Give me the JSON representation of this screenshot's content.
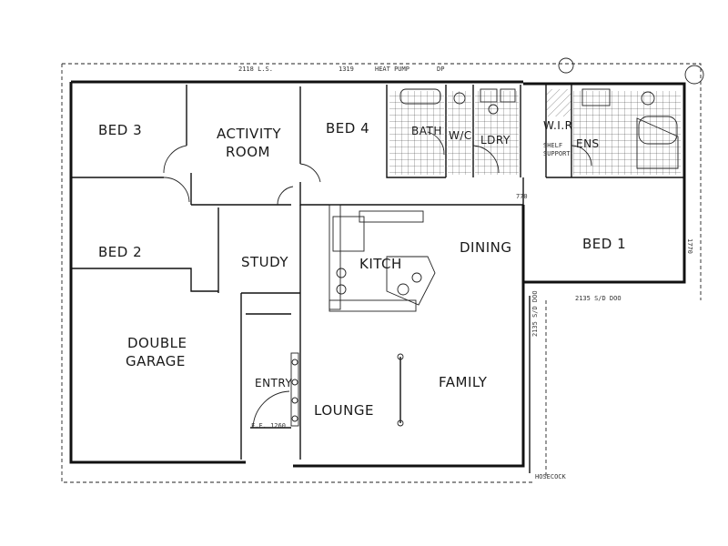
{
  "rooms": {
    "bed3": "BED 3",
    "activity_1": "ACTIVITY",
    "activity_2": "ROOM",
    "bed4": "BED 4",
    "bath": "BATH",
    "wc": "W/C",
    "ldry": "LDRY",
    "wir": "W.I.R",
    "shelf_1": "SHELF",
    "shelf_2": "SUPPORT",
    "ens": "ENS",
    "bed1": "BED 1",
    "bed2": "BED 2",
    "study": "STUDY",
    "kitch": "KITCH",
    "dining": "DINING",
    "double_garage_1": "DOUBLE",
    "double_garage_2": "GARAGE",
    "entry": "ENTRY",
    "lounge": "LOUNGE",
    "family": "FAMILY"
  },
  "dimensions": {
    "top_1": "2118 L.S.",
    "top_2": "1319",
    "top_3": "HEAT PUMP",
    "top_4": "DP",
    "right_1": "1770",
    "right_2": "2135 S/D DOO",
    "bottom_right": "HOSECOCK",
    "entry_dim": "F.F. 1260",
    "bed1_wall": "2135 S/D DOO",
    "hall_dim": "770"
  },
  "colors": {
    "ink": "#111111",
    "paper": "#ffffff"
  }
}
